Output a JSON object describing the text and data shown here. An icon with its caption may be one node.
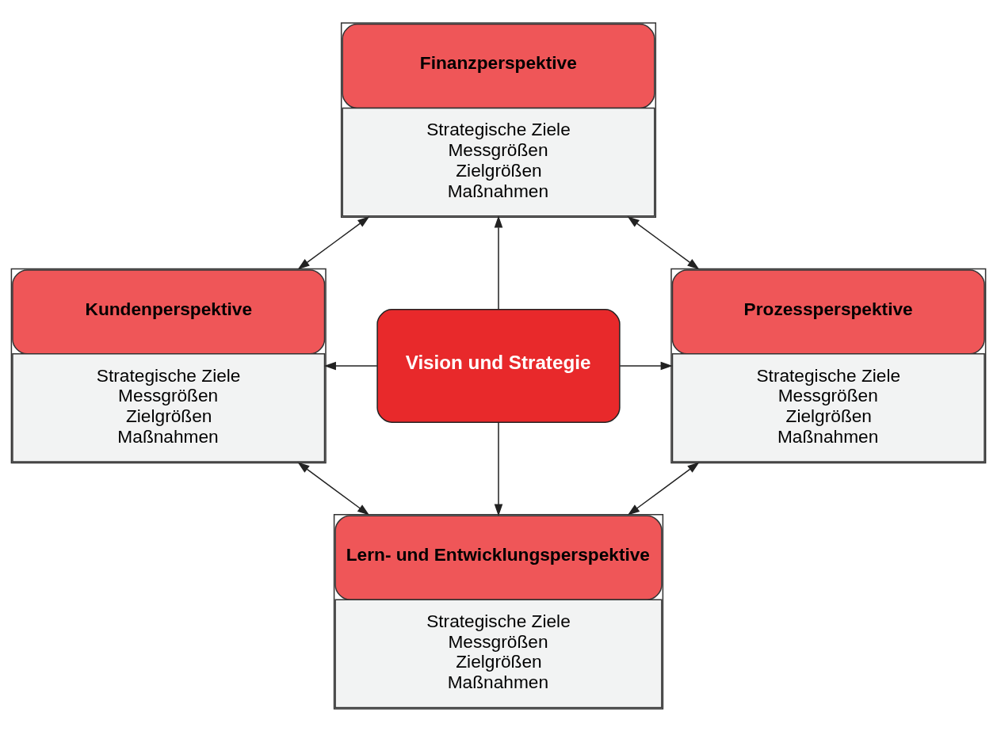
{
  "diagram": {
    "nodes": [
      {
        "text": [
          "Finanzperspektive",
          "Strategische Ziele",
          "Messgrößen",
          "Zielgrößen",
          "Maßnahmen"
        ]
      },
      {
        "text": [
          "Kundenperspektive",
          "Strategische Ziele",
          "Messgrößen",
          "Zielgrößen",
          "Maßnahmen"
        ]
      },
      {
        "text": [
          "Vision und Strategie"
        ]
      },
      {
        "text": [
          "Prozessperspektive",
          "Strategische Ziele",
          "Messgrößen",
          "Zielgrößen",
          "Maßnahmen"
        ]
      },
      {
        "text": [
          "Lern- und Entwicklungsperspektive",
          "Strategische Ziele",
          "Messgrößen",
          "Zielgrößen",
          "Maßnahmen"
        ]
      }
    ],
    "edges": [
      {
        "from": 0,
        "to": 1,
        "arrow": "both"
      },
      {
        "from": 0,
        "to": 3,
        "arrow": "both"
      },
      {
        "from": 2,
        "to": 0,
        "arrow": "to"
      },
      {
        "from": 2,
        "to": 1,
        "arrow": "to"
      },
      {
        "from": 2,
        "to": 3,
        "arrow": "to"
      },
      {
        "from": 2,
        "to": 4,
        "arrow": "to"
      },
      {
        "from": 1,
        "to": 4,
        "arrow": "both"
      },
      {
        "from": 3,
        "to": 4,
        "arrow": "both"
      }
    ]
  }
}
